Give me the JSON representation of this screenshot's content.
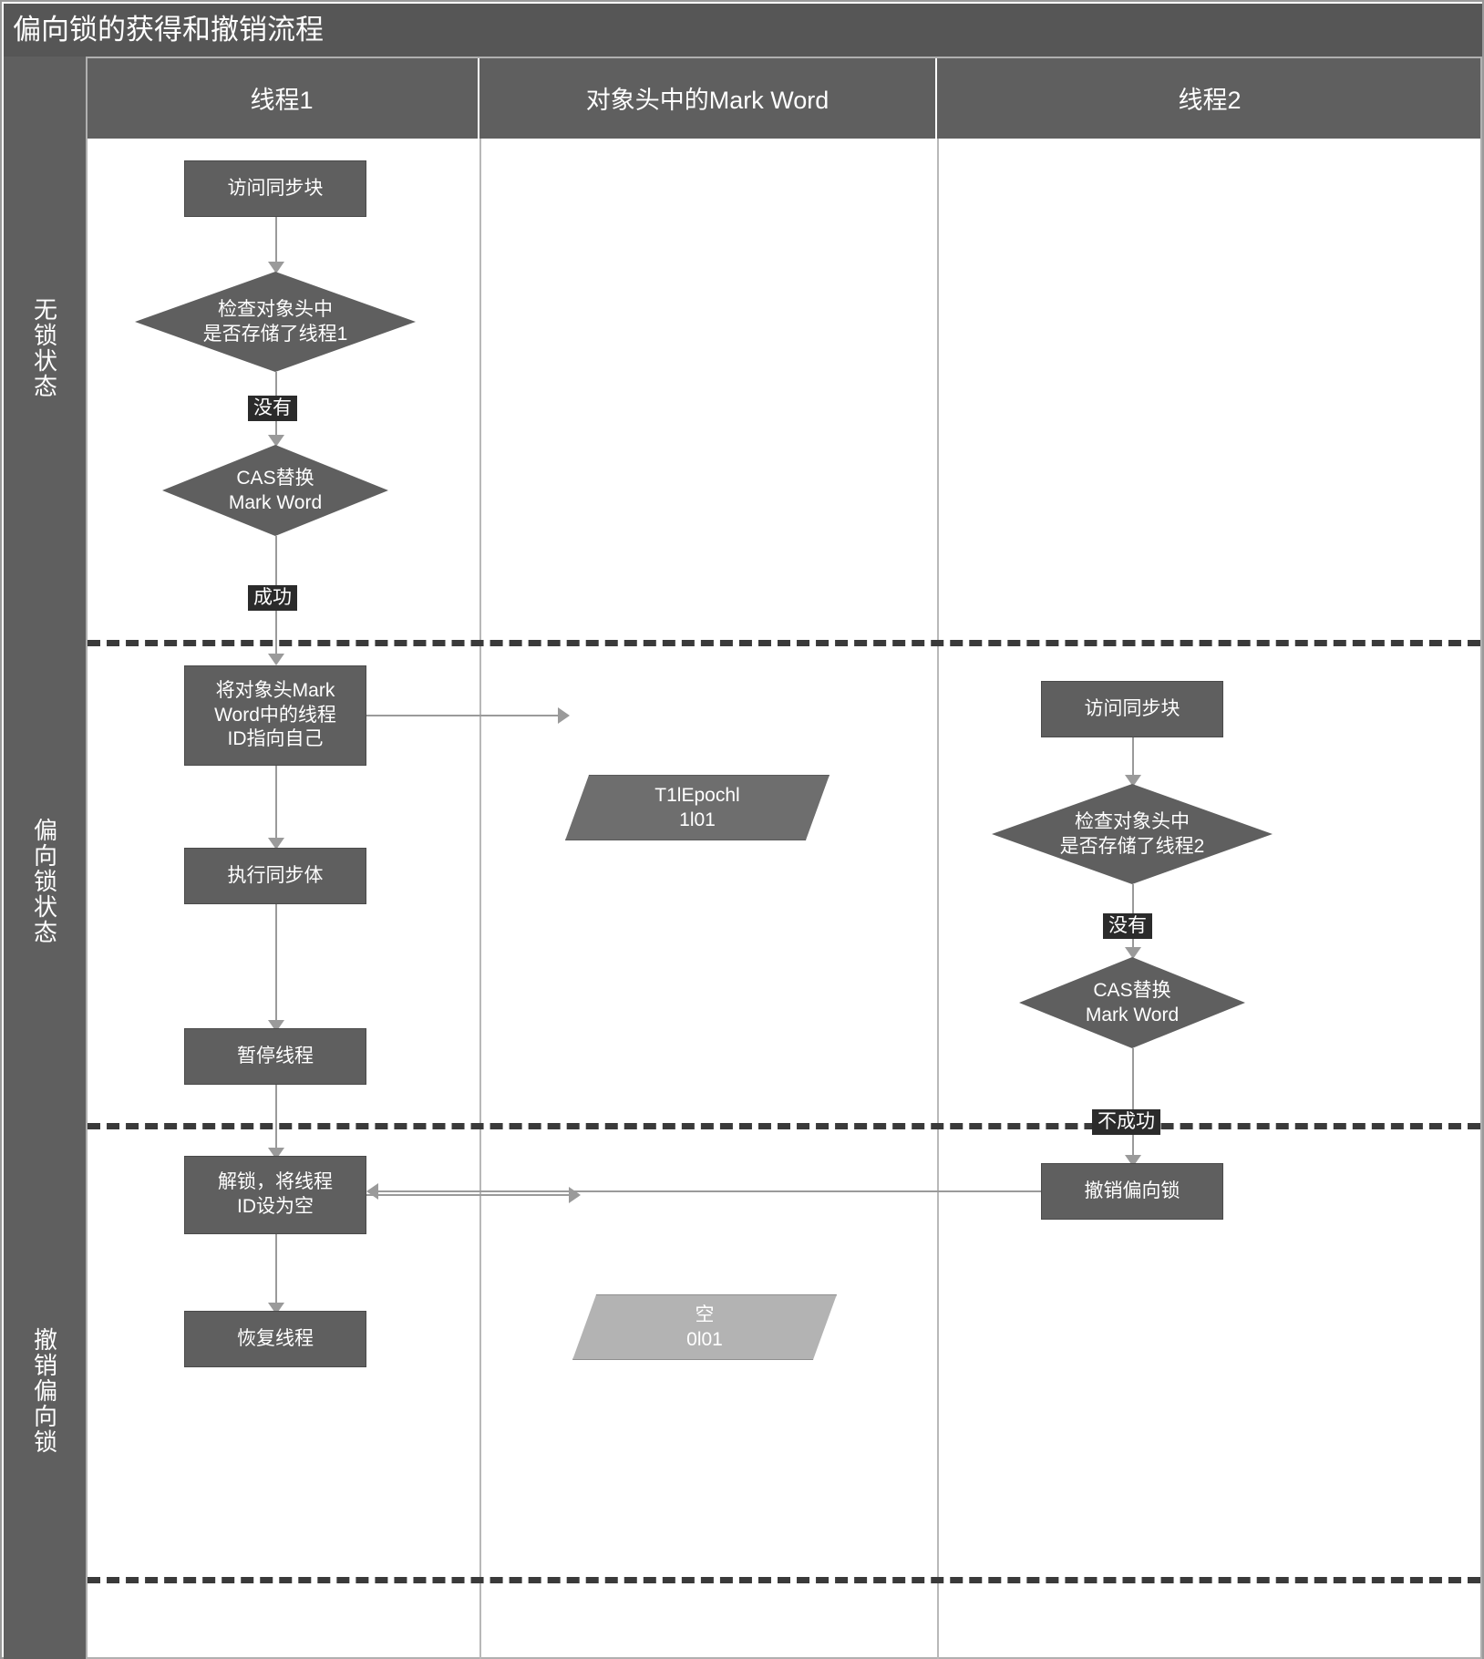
{
  "title": "偏向锁的获得和撤销流程",
  "columns": [
    {
      "label": "线程1"
    },
    {
      "label": "对象头中的Mark Word"
    },
    {
      "label": "线程2"
    }
  ],
  "states": [
    {
      "label": "无锁状态"
    },
    {
      "label": "偏向锁状态"
    },
    {
      "label": "撤销偏向锁"
    }
  ],
  "nodes": {
    "t1_access": "访问同步块",
    "t1_check": "检查对象头中\n是否存储了线程1",
    "t1_check_l1": "检查对象头中",
    "t1_check_l2": "是否存储了线程1",
    "t1_cas_l1": "CAS替换",
    "t1_cas_l2": "Mark Word",
    "t1_point_self_l1": "将对象头Mark",
    "t1_point_self_l2": "Word中的线程",
    "t1_point_self_l3": "ID指向自己",
    "t1_exec_body": "执行同步体",
    "t1_pause": "暂停线程",
    "t1_unlock_l1": "解锁，将线程",
    "t1_unlock_l2": "ID设为空",
    "t1_resume": "恢复线程",
    "mw_first_l1": "T1lEpochl",
    "mw_first_l2": "1l01",
    "mw_second_l1": "空",
    "mw_second_l2": "0l01",
    "t2_access": "访问同步块",
    "t2_check_l1": "检查对象头中",
    "t2_check_l2": "是否存储了线程2",
    "t2_cas_l1": "CAS替换",
    "t2_cas_l2": "Mark Word",
    "t2_revoke": "撤销偏向锁"
  },
  "edge_labels": {
    "t1_no": "没有",
    "t1_success": "成功",
    "t2_no": "没有",
    "t2_fail": "不成功"
  },
  "colors": {
    "header_bg": "#565656",
    "lane_header_bg": "#5f5f5f",
    "node_fill": "#5f5f5f",
    "parallelogram_dark": "#6e6e6e",
    "parallelogram_light": "#b3b3b3",
    "connector": "#9a9a9a",
    "label_chip": "#2b2b2b",
    "text": "#ffffff"
  }
}
